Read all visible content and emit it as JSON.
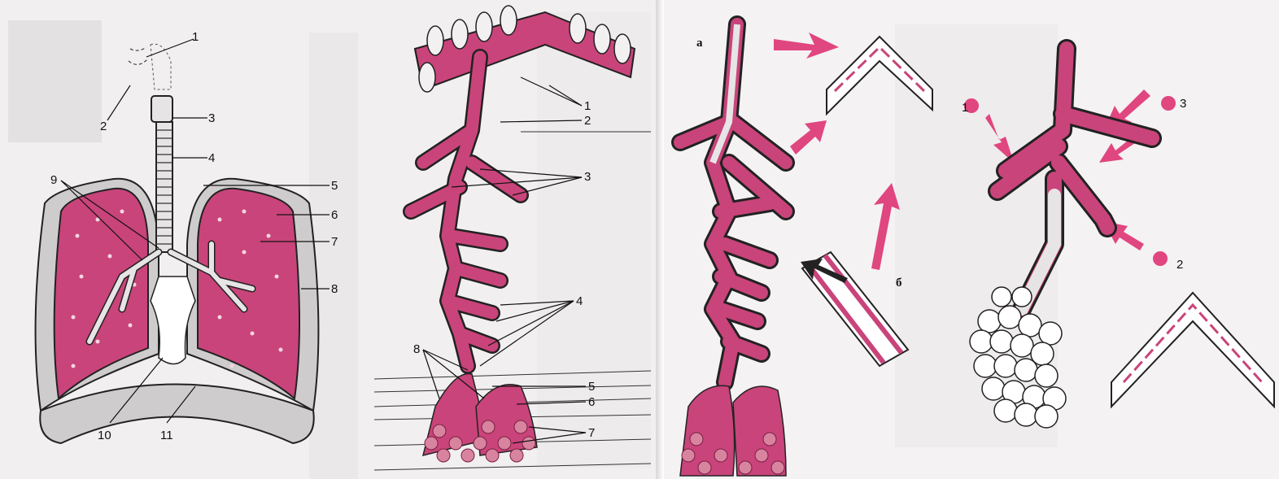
{
  "colors": {
    "tissue": "#c9447a",
    "tissue_light": "#d9849f",
    "arrow": "#e0467f",
    "paper": "#f2f0f1",
    "ink": "#111111"
  },
  "figure1": {
    "labels": [
      "1",
      "2",
      "3",
      "4",
      "5",
      "6",
      "7",
      "8",
      "9",
      "10",
      "11"
    ]
  },
  "figure2": {
    "labels": [
      "1",
      "2",
      "3",
      "4",
      "5",
      "6",
      "7",
      "8"
    ]
  },
  "figure3": {
    "panel_a": "а",
    "panel_b": "б",
    "labels": [
      "1",
      "2",
      "3"
    ]
  },
  "icons": [
    "arrow-right-icon",
    "arrow-up-icon",
    "arrow-down-left-icon",
    "dot-marker-icon"
  ]
}
